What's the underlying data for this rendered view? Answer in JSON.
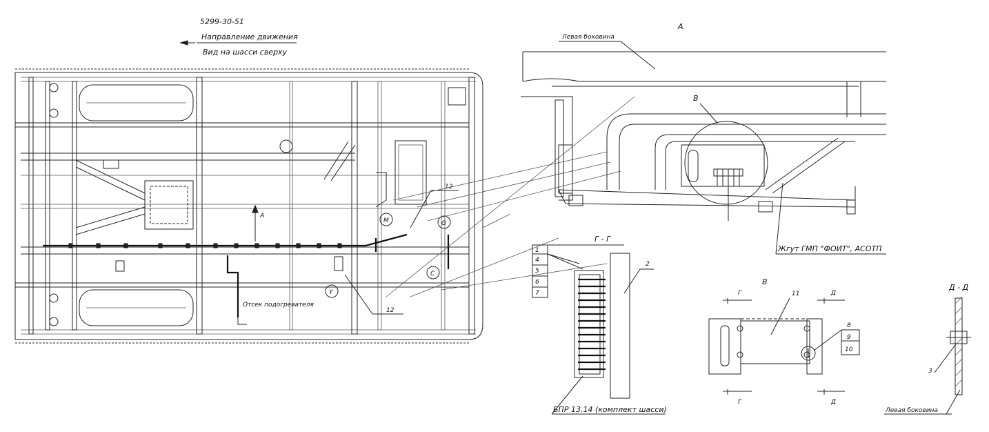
{
  "drawing": {
    "doc_number": "5299-30-51",
    "direction_label": "Направление движения",
    "view_label": "Вид на шасси сверху",
    "view_A_title": "А",
    "section_A_marker": "А",
    "left_side_label": "Левая боковина",
    "node_B_label": "В",
    "node_B_title": "В",
    "harness_label": "Жгут ГМП \"ФОИТ\", АСОТП",
    "heater_compartment": "Отсек подогревателя",
    "section_GG": "Г - Г",
    "section_DD": "Д - Д",
    "cut_G": "Г",
    "cut_D": "Д",
    "bpr_label": "БПР 13.14  (комплект шасси)",
    "left_side_label_2": "Левая боковина",
    "circle_M": "М",
    "circle_G": "G",
    "circle_C": "С",
    "circle_Y": "Y",
    "callouts": {
      "c1": "1",
      "c2": "2",
      "c3": "3",
      "c4": "4",
      "c5": "5",
      "c6": "6",
      "c7": "7",
      "c8": "8",
      "c9": "9",
      "c10": "10",
      "c11": "11",
      "c12a": "12",
      "c12b": "12"
    }
  }
}
